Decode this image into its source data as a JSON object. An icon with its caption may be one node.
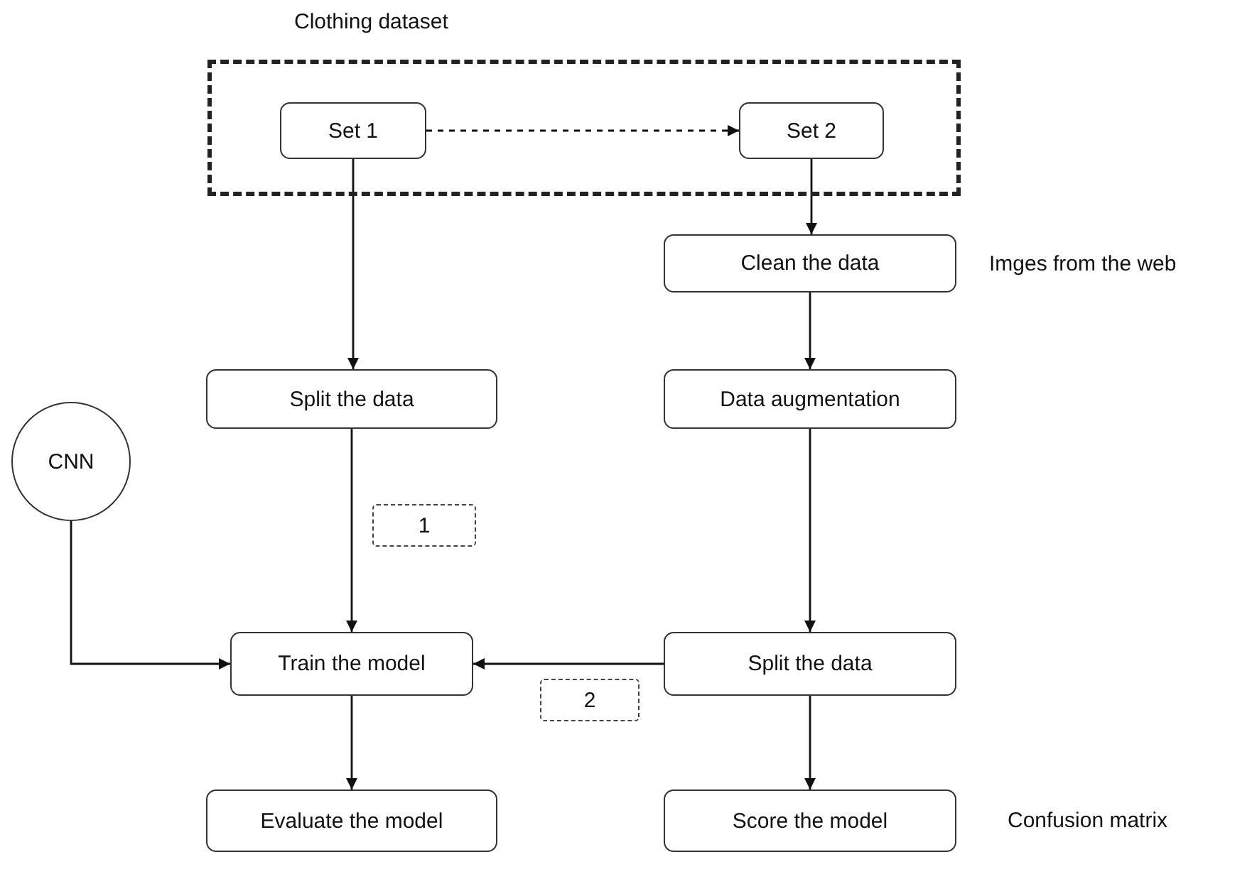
{
  "diagram": {
    "nodes": [
      {
        "text": [
          "Clothing dataset"
        ]
      },
      {
        "text": [
          "Set 1"
        ],
        "in": 0
      },
      {
        "text": [
          "Set 2"
        ],
        "in": 0
      },
      {
        "text": [
          "Clean the data"
        ],
        "beside": [
          "Imges from the web"
        ]
      },
      {
        "text": [
          "CNN"
        ]
      },
      {
        "text": [
          "Split the data"
        ]
      },
      {
        "text": [
          "Data augmentation"
        ]
      },
      {
        "text": [
          "1"
        ]
      },
      {
        "text": [
          "Train the model"
        ]
      },
      {
        "text": [
          "Split the data"
        ]
      },
      {
        "text": [
          "2"
        ]
      },
      {
        "text": [
          "Evaluate the model"
        ]
      },
      {
        "text": [
          "Score the model"
        ],
        "beside": [
          "Confusion matrix"
        ]
      }
    ],
    "edges": [
      {
        "from": 1,
        "to": 2,
        "arrow": "to",
        "style": "dashed"
      },
      {
        "from": 2,
        "to": 3,
        "arrow": "to"
      },
      {
        "from": 1,
        "to": 5,
        "arrow": "to"
      },
      {
        "from": 3,
        "to": 6,
        "arrow": "to"
      },
      {
        "from": 6,
        "to": 9,
        "arrow": "to"
      },
      {
        "from": 5,
        "to": 8,
        "arrow": "to"
      },
      {
        "from": 4,
        "to": 8,
        "arrow": "to"
      },
      {
        "from": 9,
        "to": 8,
        "arrow": "to"
      },
      {
        "from": 8,
        "to": 11,
        "arrow": "to"
      },
      {
        "from": 9,
        "to": 12,
        "arrow": "to"
      }
    ]
  }
}
